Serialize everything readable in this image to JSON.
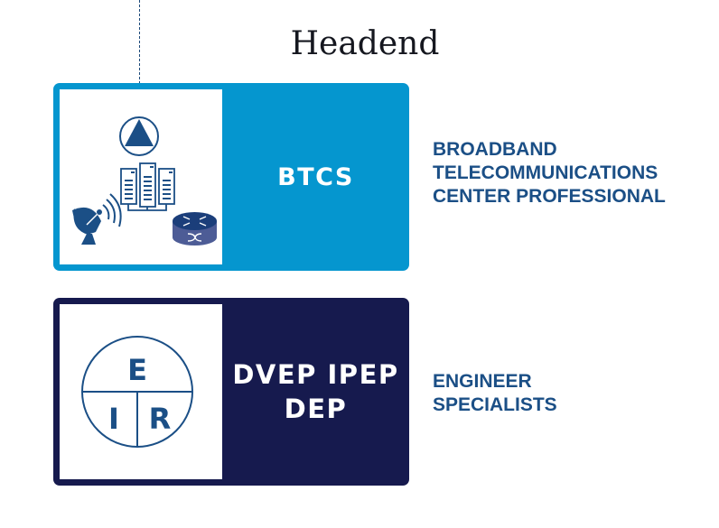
{
  "title": "Headend",
  "cards": [
    {
      "id": "btcs",
      "label": "BTCS",
      "description_lines": [
        "BROADBAND",
        "TELECOMMUNICATIONS",
        "CENTER PROFESSIONAL"
      ],
      "icons": [
        "triangle-circle-icon",
        "server-rack-icon",
        "satellite-dish-icon",
        "router-icon"
      ],
      "color": "#0596cf"
    },
    {
      "id": "dvep",
      "label_lines": [
        "DVEP IPEP",
        "DEP"
      ],
      "description_lines": [
        "ENGINEER",
        "SPECIALISTS"
      ],
      "eir_letters": [
        "E",
        "I",
        "R"
      ],
      "color": "#161a4e"
    }
  ],
  "colors": {
    "accent_text": "#1b4f86",
    "icon": "#1b4f86"
  }
}
